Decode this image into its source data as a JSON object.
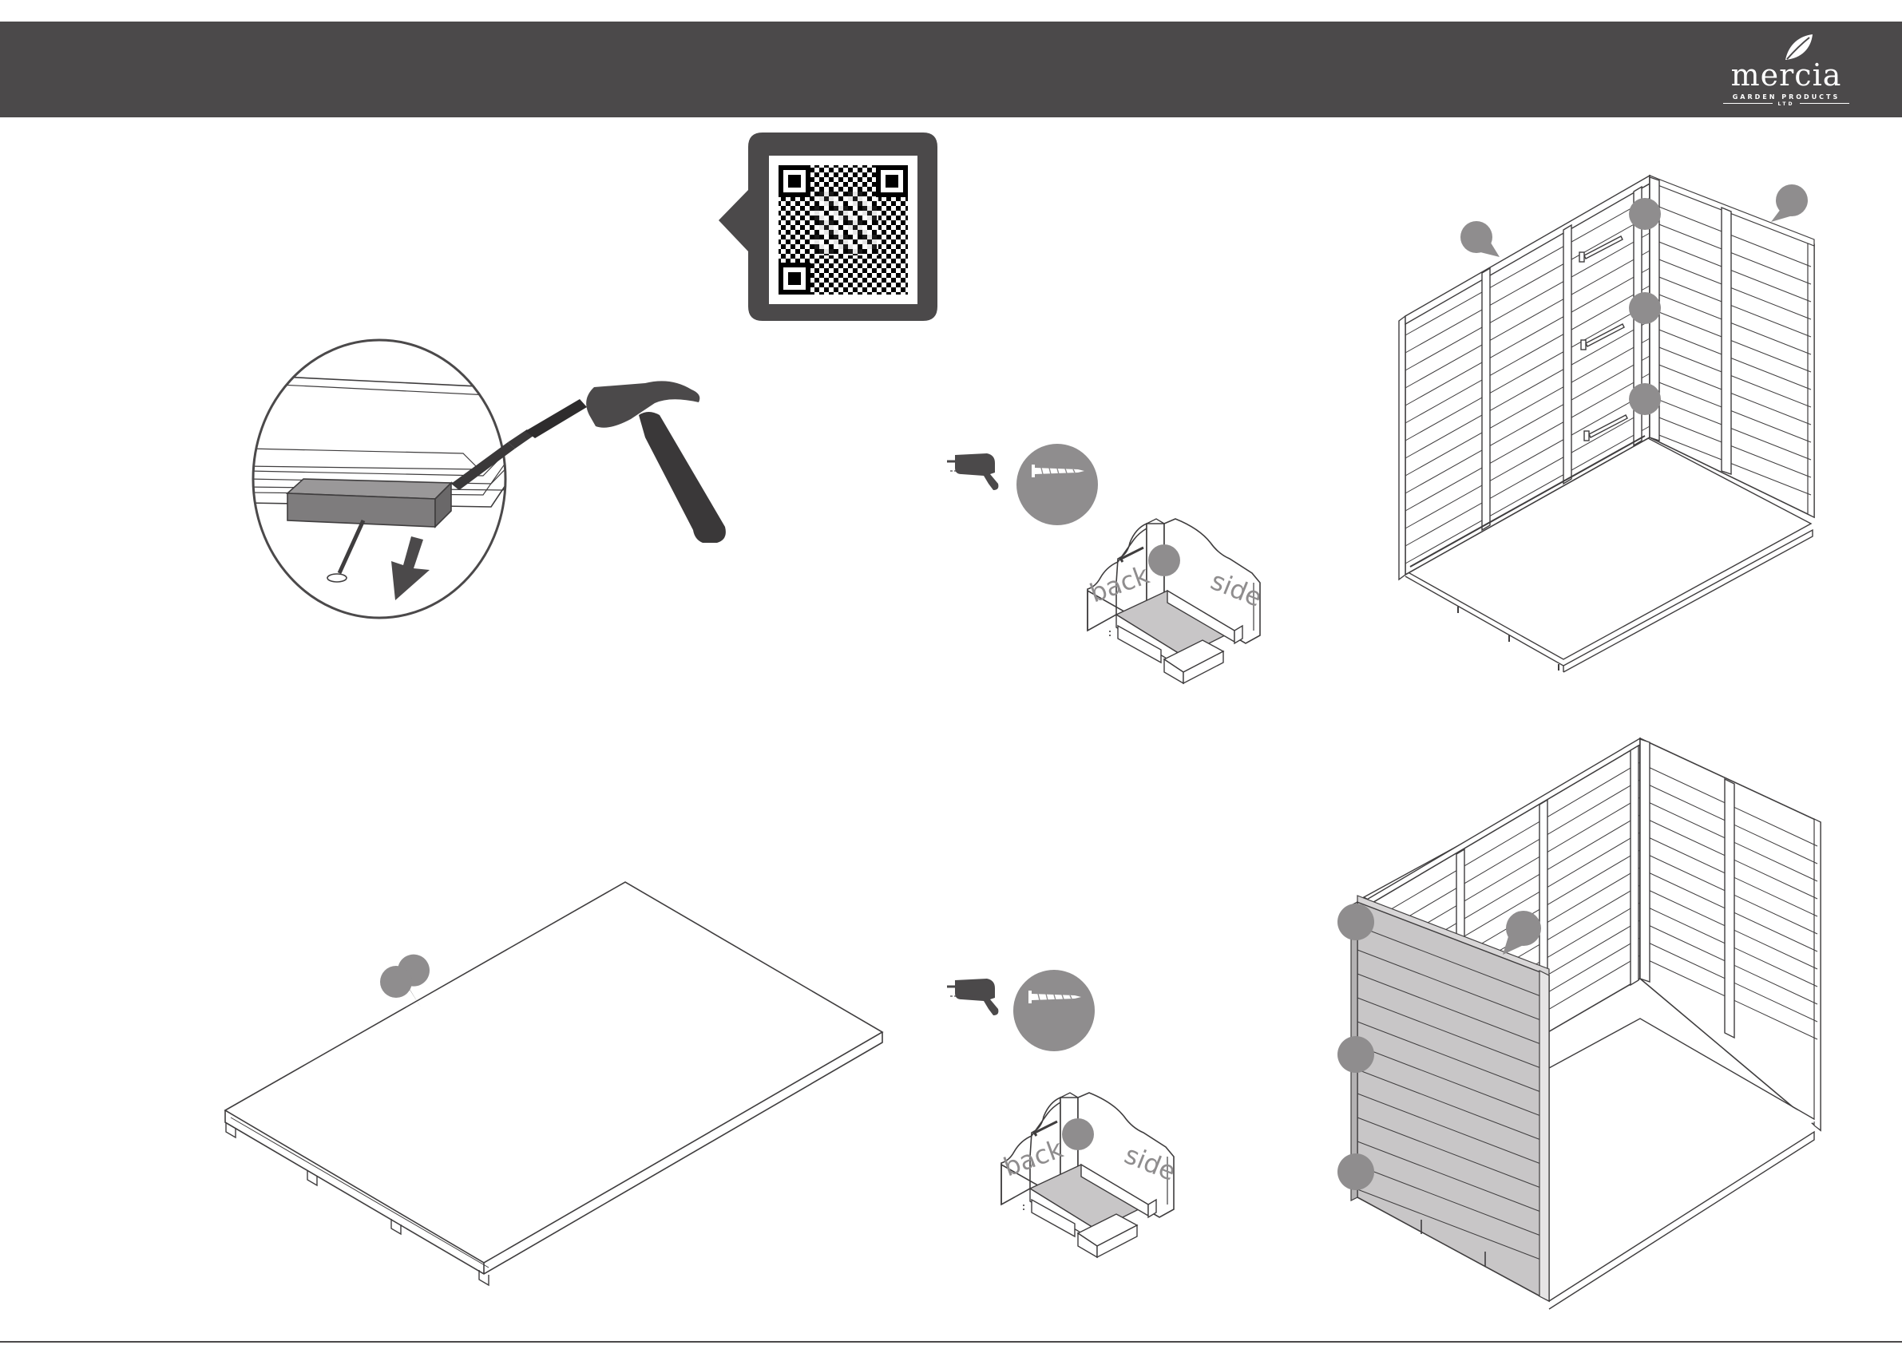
{
  "header": {
    "brand_name": "mercia",
    "brand_sub": "GARDEN PRODUCTS",
    "brand_ltd": "LTD"
  },
  "colors": {
    "header_bg": "#4b494a",
    "line": "#3f3d3e",
    "marker": "#8f8d8e",
    "shade": "#c8c6c7",
    "tool": "#4b494a"
  },
  "corner_detail_top": {
    "back_label": "back",
    "side_label": "side"
  },
  "corner_detail_bottom": {
    "back_label": "back",
    "side_label": "side"
  }
}
